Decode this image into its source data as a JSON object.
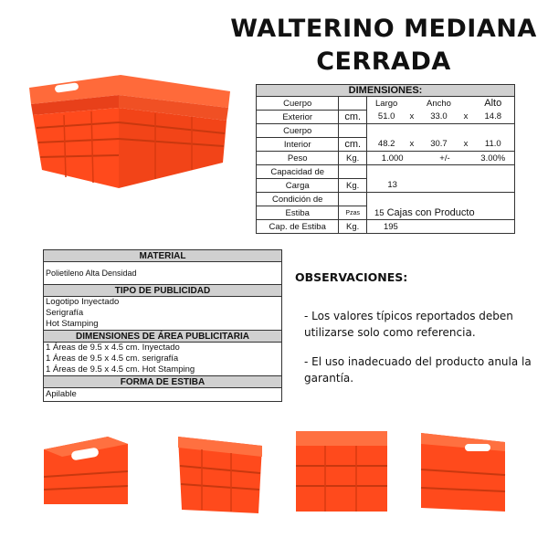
{
  "title_line1": "WALTERINO MEDIANA",
  "title_line2": "CERRADA",
  "colors": {
    "crate": "#ff4a1c",
    "crate_dark": "#d93a10",
    "header_bg": "#d0d0d0"
  },
  "dims": {
    "header": "DIMENSIONES:",
    "largo": "Largo",
    "ancho": "Ancho",
    "alto": "Alto",
    "cuerpo": "Cuerpo",
    "exterior": "Exterior",
    "interior": "Interior",
    "cm": "cm.",
    "x": "x",
    "ext_largo": "51.0",
    "ext_ancho": "33.0",
    "ext_alto": "14.8",
    "int_largo": "48.2",
    "int_ancho": "30.7",
    "int_alto": "11.0",
    "peso": "Peso",
    "kg": "Kg.",
    "peso_val": "1.000",
    "pm": "+/-",
    "pct": "3.00%",
    "capacidad": "Capacidad de",
    "carga": "Carga",
    "carga_val": "13",
    "condicion": "Condición de",
    "estiba": "Estiba",
    "pzas": "Pzas",
    "estiba_n": "15",
    "estiba_txt": "Cajas con Producto",
    "cap_estiba": "Cap. de Estiba",
    "cap_estiba_val": "195"
  },
  "material": {
    "h1": "MATERIAL",
    "m1": "Polietileno Alta Densidad",
    "h2": "TIPO DE PUBLICIDAD",
    "p1": "Logotipo Inyectado",
    "p2": "Serigrafía",
    "p3": "Hot Stamping",
    "h3": "DIMENSIONES DE ÁREA PUBLICITARIA",
    "d1": "1 Áreas de 9.5 x 4.5 cm. Inyectado",
    "d2": "1 Áreas de 9.5 x 4.5 cm. serigrafía",
    "d3": "1 Áreas de 9.5 x 4.5 cm. Hot Stamping",
    "h4": "FORMA DE ESTIBA",
    "f1": "Apilable"
  },
  "obs": {
    "title": "OBSERVACIONES:",
    "o1": "- Los valores típicos reportados deben utilizarse solo como referencia.",
    "o2": "- El uso inadecuado  del producto anula la garantía."
  }
}
